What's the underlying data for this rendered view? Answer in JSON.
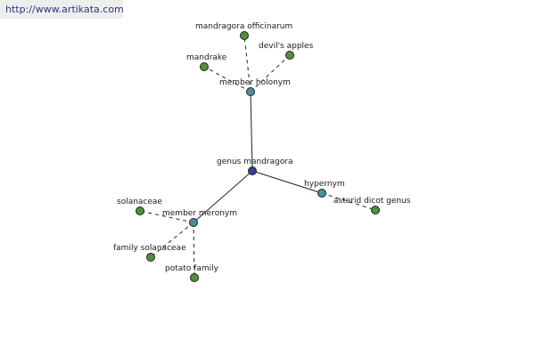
{
  "header": {
    "url": "http://www.artikata.com"
  },
  "colors": {
    "center": "#3a3f8f",
    "relation": "#4a8e9a",
    "leaf": "#4f8f3e"
  },
  "graph": {
    "nodes": [
      {
        "id": "genus",
        "label": "genus mandragora",
        "kind": "center"
      },
      {
        "id": "holonym",
        "label": "member holonym",
        "kind": "relation"
      },
      {
        "id": "hypernym",
        "label": "hypernym",
        "kind": "relation"
      },
      {
        "id": "meronym",
        "label": "member meronym",
        "kind": "relation"
      },
      {
        "id": "mandragora_off",
        "label": "mandragora officinarum",
        "kind": "leaf"
      },
      {
        "id": "devils",
        "label": "devil's apples",
        "kind": "leaf"
      },
      {
        "id": "mandrake",
        "label": "mandrake",
        "kind": "leaf"
      },
      {
        "id": "asterid",
        "label": "asterid dicot genus",
        "kind": "leaf"
      },
      {
        "id": "solanaceae",
        "label": "solanaceae",
        "kind": "leaf"
      },
      {
        "id": "family_sol",
        "label": "family solanaceae",
        "kind": "leaf"
      },
      {
        "id": "potato",
        "label": "potato family",
        "kind": "leaf"
      }
    ],
    "edges": [
      {
        "from": "genus",
        "to": "holonym",
        "style": "solid"
      },
      {
        "from": "genus",
        "to": "hypernym",
        "style": "solid"
      },
      {
        "from": "genus",
        "to": "meronym",
        "style": "solid"
      },
      {
        "from": "holonym",
        "to": "mandragora_off",
        "style": "dashed"
      },
      {
        "from": "holonym",
        "to": "devils",
        "style": "dashed"
      },
      {
        "from": "holonym",
        "to": "mandrake",
        "style": "dashed"
      },
      {
        "from": "hypernym",
        "to": "asterid",
        "style": "dashed"
      },
      {
        "from": "meronym",
        "to": "solanaceae",
        "style": "dashed"
      },
      {
        "from": "meronym",
        "to": "family_sol",
        "style": "dashed"
      },
      {
        "from": "meronym",
        "to": "potato",
        "style": "dashed"
      }
    ]
  }
}
